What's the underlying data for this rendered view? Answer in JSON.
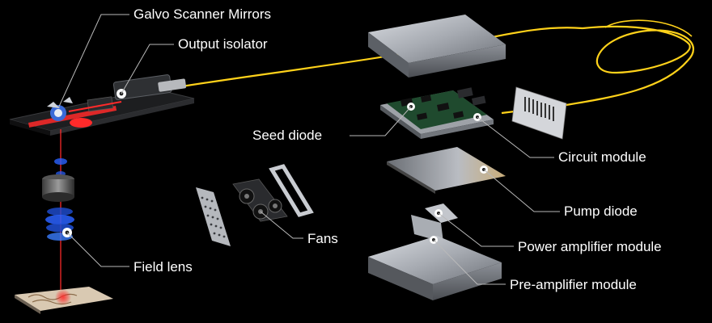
{
  "diagram": {
    "labels": {
      "galvo": "Galvo Scanner Mirrors",
      "isolator": "Output isolator",
      "seed_diode": "Seed diode",
      "circuit_module": "Circuit module",
      "pump_diode": "Pump diode",
      "fans": "Fans",
      "power_amp": "Power amplifier module",
      "field_lens": "Field lens",
      "pre_amp": "Pre-amplifier module"
    },
    "colors": {
      "background": "#000000",
      "fiber": "#ffd21a",
      "laser": "#ff2a2a",
      "callout": "#b9b9b9",
      "metal": "#9a9ea6",
      "pcb": "#1f4a2e",
      "lens_blue": "#3a7dff"
    }
  }
}
